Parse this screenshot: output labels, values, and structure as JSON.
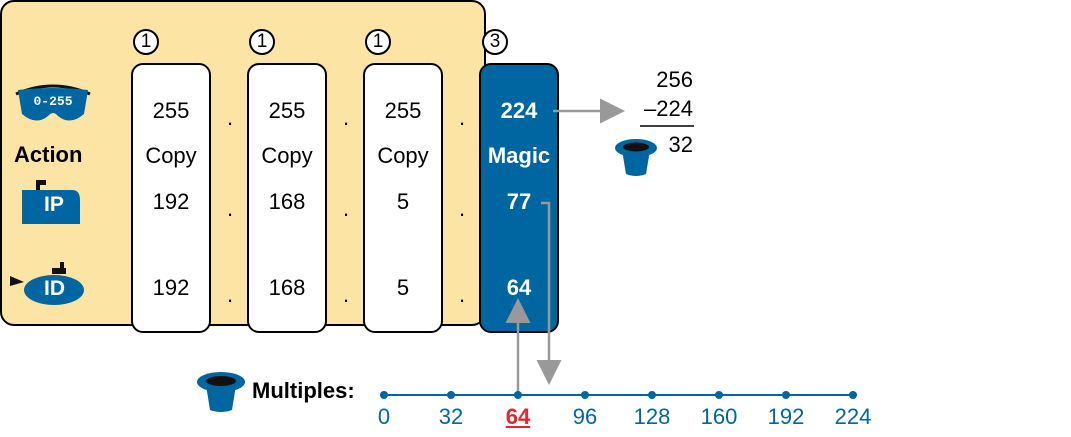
{
  "legend": {
    "mask_icon_text": "0-255",
    "action_label": "Action",
    "ip_icon_text": "IP",
    "id_icon_text": "ID"
  },
  "columns": [
    {
      "badge": "1",
      "mask": "255",
      "action": "Copy",
      "ip": "192",
      "id": "192"
    },
    {
      "badge": "1",
      "mask": "255",
      "action": "Copy",
      "ip": "168",
      "id": "168"
    },
    {
      "badge": "1",
      "mask": "255",
      "action": "Copy",
      "ip": "5",
      "id": "5"
    },
    {
      "badge": "3",
      "mask": "224",
      "action": "Magic",
      "ip": "77",
      "id": "64"
    }
  ],
  "separator": ".",
  "calculation": {
    "top": "256",
    "subtract": "–224",
    "result": "32"
  },
  "multiples": {
    "label": "Multiples:",
    "values": [
      "0",
      "32",
      "64",
      "96",
      "128",
      "160",
      "192",
      "224"
    ],
    "highlight_index": 2
  },
  "colors": {
    "panel": "#fbe4a4",
    "magic_column": "#0066a1",
    "highlight": "#e0282e",
    "arrow": "#999999"
  }
}
